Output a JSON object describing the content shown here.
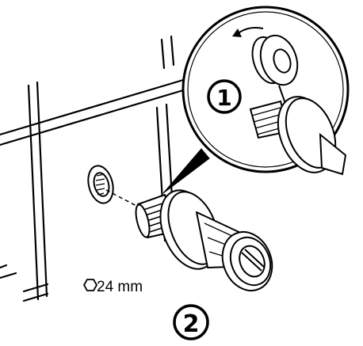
{
  "steps": {
    "step1_label": "1",
    "step2_label": "2"
  },
  "measurement": {
    "size_text": "24 mm",
    "tool_icon": "hexagon-wrench-size-icon"
  },
  "colors": {
    "line": "#000000",
    "background": "#ffffff"
  }
}
